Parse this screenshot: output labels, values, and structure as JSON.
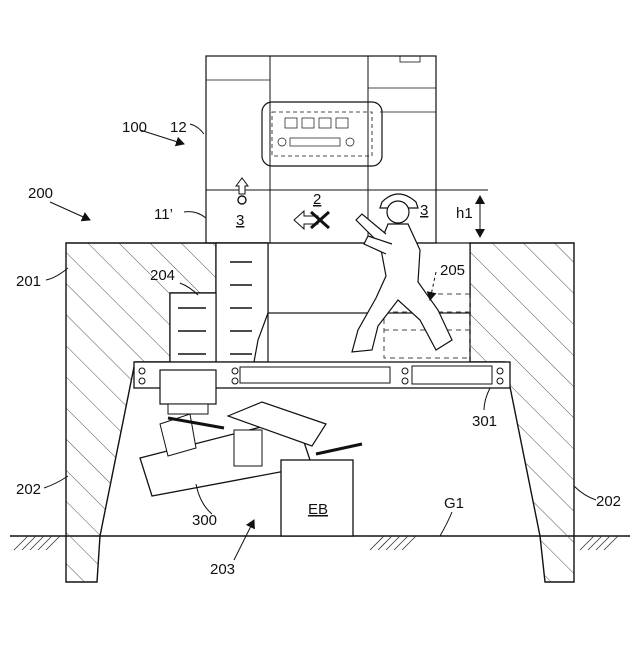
{
  "figure": {
    "labels": {
      "ref_100": "100",
      "ref_12": "12",
      "ref_200": "200",
      "ref_11p": "11’",
      "ref_201": "201",
      "ref_204": "204",
      "ref_205": "205",
      "ref_202_left": "202",
      "ref_202_right": "202",
      "ref_300": "300",
      "ref_301": "301",
      "ref_203": "203",
      "ref_G1": "G1",
      "ref_EB": "EB",
      "ref_h1": "h1",
      "num_2": "2",
      "num_3_left": "3",
      "num_3_right": "3"
    }
  }
}
